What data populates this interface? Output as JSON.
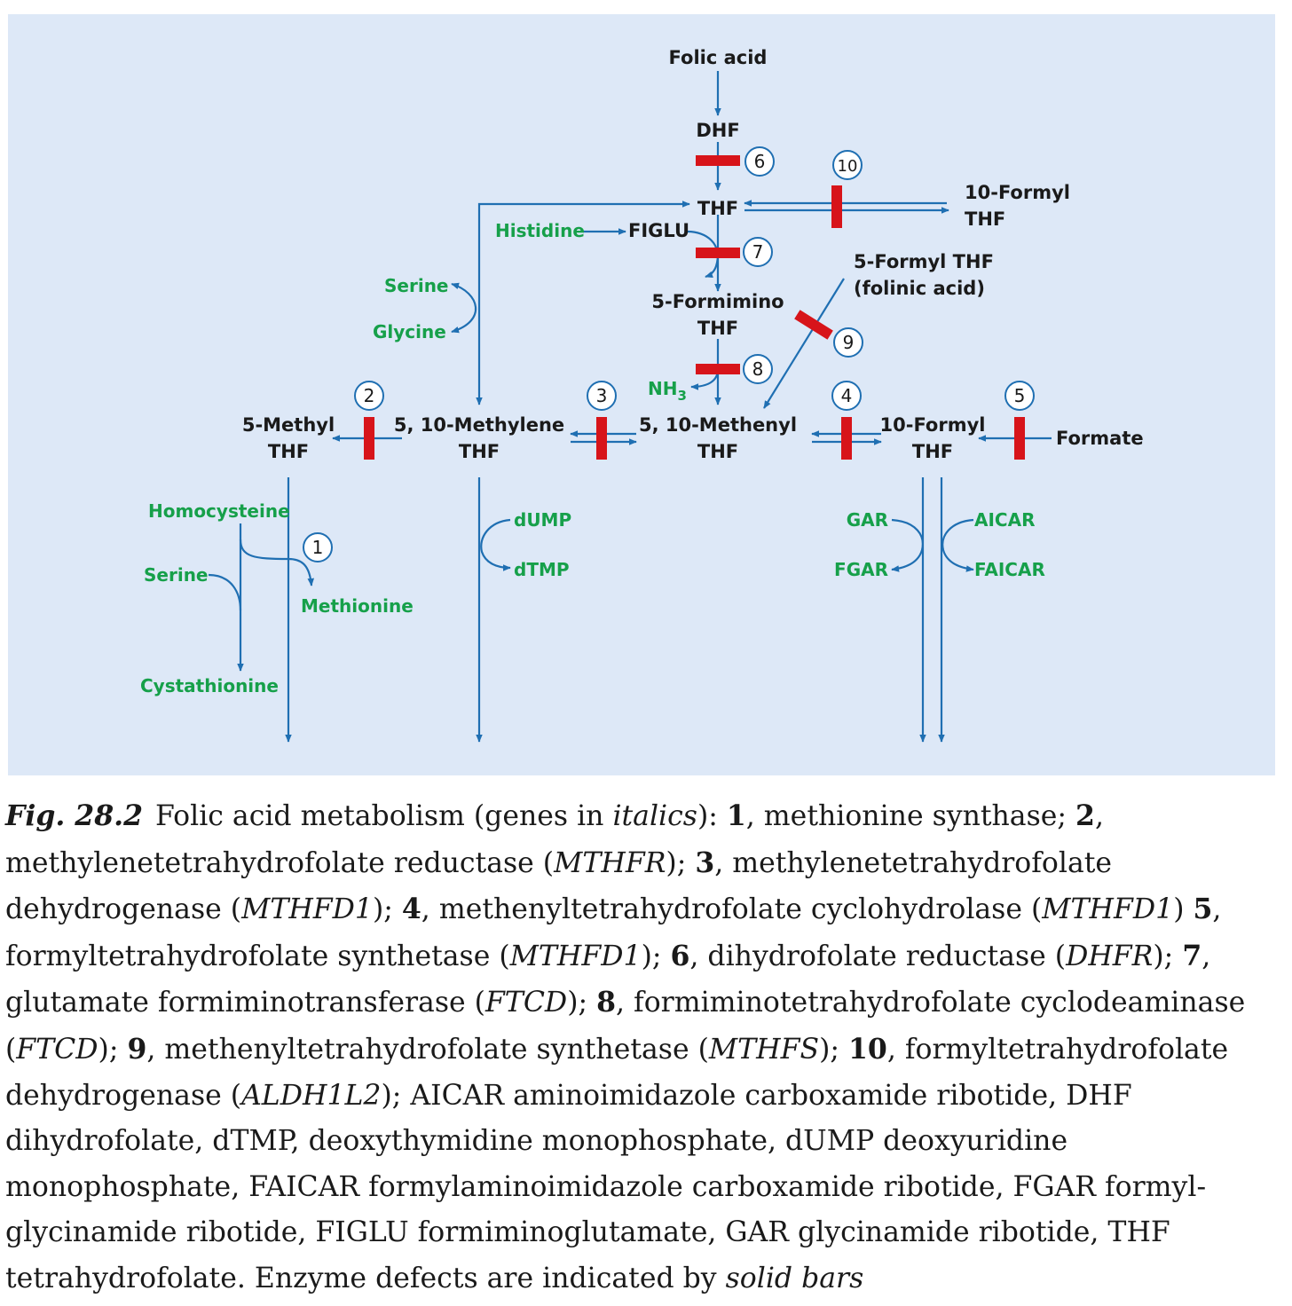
{
  "diagram": {
    "nodes": {
      "folic_acid": "Folic acid",
      "dhf": "DHF",
      "thf": "THF",
      "formyl_thf_10_top_line1": "10-Formyl",
      "formyl_thf_10_top_line2": "THF",
      "histidine": "Histidine",
      "figlu": "FIGLU",
      "serine_top": "Serine",
      "glycine": "Glycine",
      "formimino_line1": "5-Formimino",
      "formimino_line2": "THF",
      "formyl5_line1": "5-Formyl THF",
      "formyl5_line2": "(folinic acid)",
      "nh3": "NH",
      "nh3_sub": "3",
      "methyl_line1": "5-Methyl",
      "methyl_line2": "THF",
      "methylene_line1": "5, 10-Methylene",
      "methylene_line2": "THF",
      "methenyl_line1": "5, 10-Methenyl",
      "methenyl_line2": "THF",
      "formyl10_line1": "10-Formyl",
      "formyl10_line2": "THF",
      "formate": "Formate",
      "homocysteine": "Homocysteine",
      "serine_bottom": "Serine",
      "methionine": "Methionine",
      "cystathionine": "Cystathionine",
      "dump": "dUMP",
      "dtmp": "dTMP",
      "gar": "GAR",
      "fgar": "FGAR",
      "aicar": "AICAR",
      "faicar": "FAICAR"
    },
    "enzyme_numbers": [
      "1",
      "2",
      "3",
      "4",
      "5",
      "6",
      "7",
      "8",
      "9",
      "10"
    ],
    "colors": {
      "panel_background": "#dde8f7",
      "arrow": "#1f6fb2",
      "defect_bar": "#d7141a",
      "cofactor_text": "#16a04a",
      "intermediate_text": "#1a1a1a"
    }
  },
  "caption": {
    "fig_label": "Fig. 28.2",
    "p1": "Folic acid metabolism (genes in ",
    "italics_word": "italics",
    "p2": "): ",
    "n1": "1",
    "e1": ", methionine synthase; ",
    "n2": "2",
    "e2": ", methylenetetrahydrofolate reductase (",
    "g2": "MTHFR",
    "e2b": "); ",
    "n3": "3",
    "e3": ", methylenetetrahydrofolate dehydrogenase (",
    "g3": "MTHFD1",
    "e3b": "); ",
    "n4": "4",
    "e4": ", methenyltetrahydrofolate cyclohydrolase (",
    "g4": "MTHFD1",
    "e4b": ") ",
    "n5": "5",
    "e5": ", formyltetrahydrofolate synthetase (",
    "g5": "MTHFD1",
    "e5b": "); ",
    "n6": "6",
    "e6": ", dihydrofolate reductase (",
    "g6": "DHFR",
    "e6b": "); ",
    "n7": "7",
    "e7": ", glutamate formiminotransferase (",
    "g7": "FTCD",
    "e7b": "); ",
    "n8": "8",
    "e8": ", formiminotetrahydrofolate cyclodeam­inase (",
    "g8": "FTCD",
    "e8b": "); ",
    "n9": "9",
    "e9": ", methenyltetrahydrofolate synthetase (",
    "g9": "MTHFS",
    "e9b": "); ",
    "n10": "10",
    "e10": ", formyltetrahy­drofolate dehydrogenase (",
    "g10": "ALDH1L2",
    "abbr": "); AICAR aminoimidazole carboxamide ribotide, DHF dihydrofolate, dTMP, deoxythymidine monophosphate, dUMP deoxyuridine monophosphate, FAICAR formylaminoimidazole carboxamide ribotide, FGAR formyl­glycinamide ribotide, FIGLU formiminoglutamate, GAR glycinamide ribotide, THF tetrahydrofolate. Enzyme defects are indicated by ",
    "solid_bars": "solid bars"
  }
}
